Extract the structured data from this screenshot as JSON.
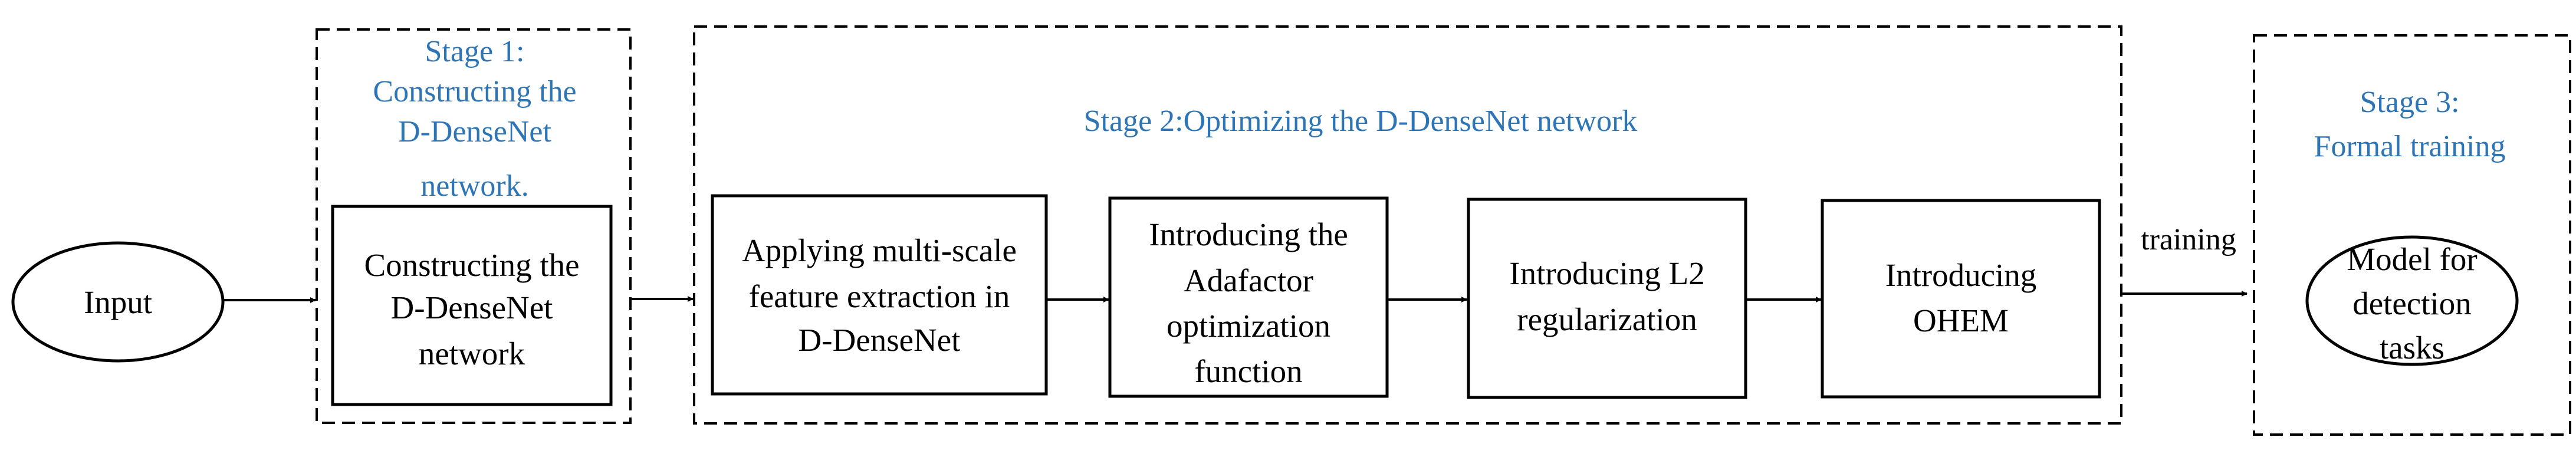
{
  "colors": {
    "stage_label": "#2e75b6",
    "stroke": "#000000",
    "background": "#ffffff"
  },
  "input": {
    "label": "Input"
  },
  "stage1": {
    "title": [
      "Stage 1:",
      "Constructing the",
      "D-DenseNet",
      "network."
    ],
    "box": [
      "Constructing the",
      "D-DenseNet",
      "network"
    ]
  },
  "stage2": {
    "title": "Stage 2:Optimizing the D-DenseNet network",
    "steps": [
      [
        "Applying multi-scale",
        "feature extraction in",
        "D-DenseNet"
      ],
      [
        "Introducing the",
        "Adafactor",
        "optimization",
        "function"
      ],
      [
        "Introducing L2",
        "regularization"
      ],
      [
        "Introducing",
        "OHEM"
      ]
    ]
  },
  "edge": {
    "training_label": "training"
  },
  "stage3": {
    "title": [
      "Stage 3:",
      "Formal training"
    ],
    "output": [
      "Model for",
      "detection",
      "tasks"
    ]
  }
}
